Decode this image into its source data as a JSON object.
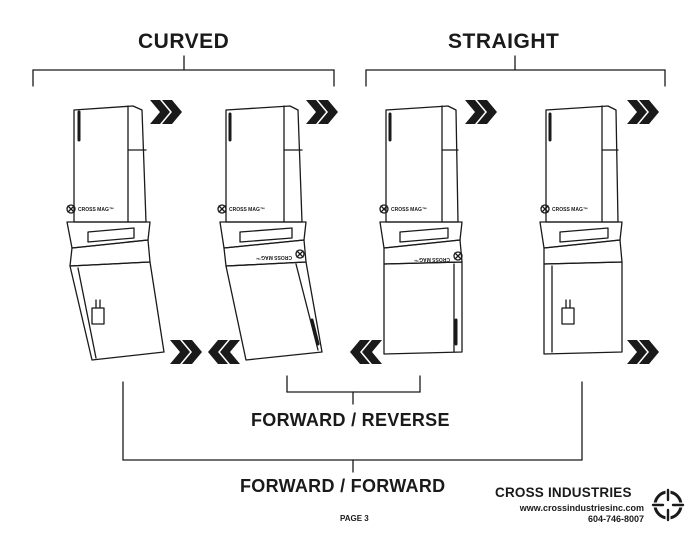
{
  "headers": {
    "curved": "CURVED",
    "straight": "STRAIGHT"
  },
  "mag_label": "CROSS MAG™",
  "captions": {
    "forward_reverse": "FORWARD / REVERSE",
    "forward_forward": "FORWARD / FORWARD"
  },
  "footer": {
    "page": "PAGE 3",
    "company": "CROSS INDUSTRIES",
    "website": "www.crossindustriesinc.com",
    "phone": "604-746-8007"
  },
  "colors": {
    "ink": "#1a1a1a",
    "background": "#ffffff"
  },
  "icons": {
    "arrow_right": "double-chevron-right-icon",
    "arrow_left": "double-chevron-left-icon",
    "logo": "crosshair-logo-icon"
  }
}
